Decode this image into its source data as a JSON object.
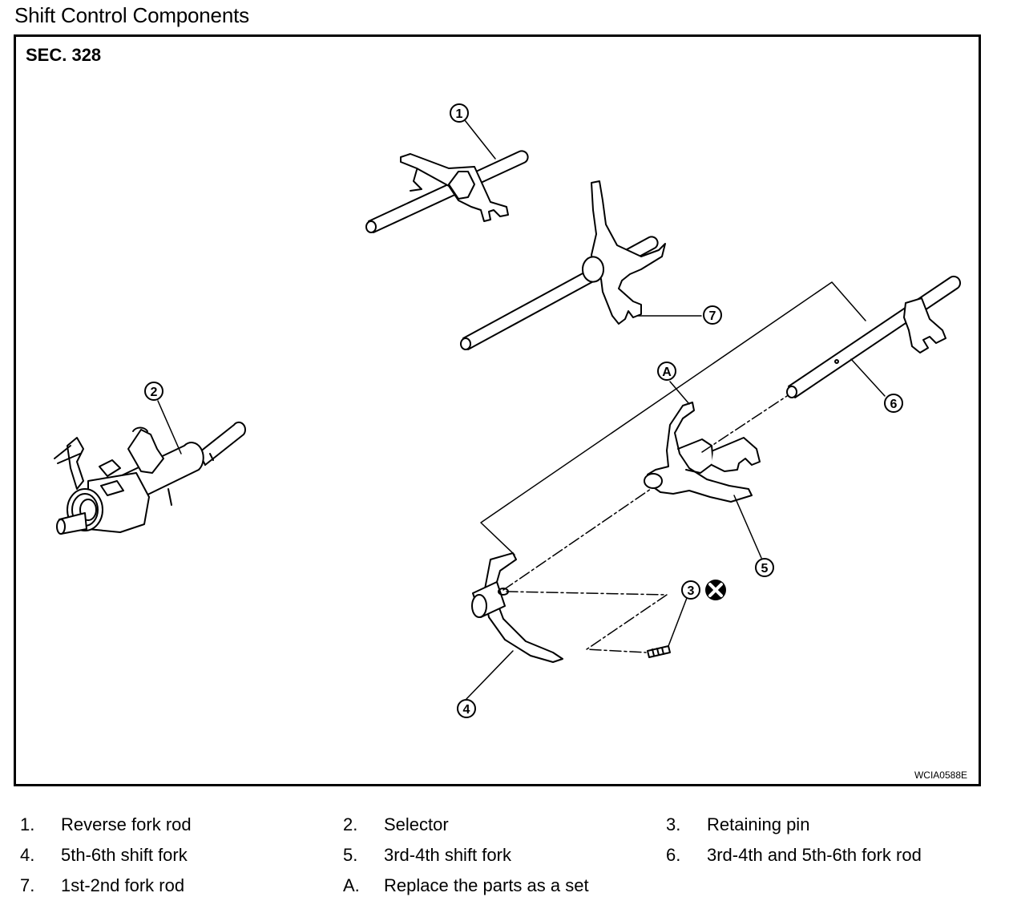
{
  "title": "Shift Control Components",
  "diagram": {
    "section": "SEC. 328",
    "reference_code": "WCIA0588E",
    "callouts": [
      "1",
      "2",
      "3",
      "4",
      "5",
      "6",
      "7",
      "A"
    ],
    "replace_icon": "circled-x-icon"
  },
  "legend": [
    {
      "key": "1.",
      "text": "Reverse fork rod"
    },
    {
      "key": "2.",
      "text": "Selector"
    },
    {
      "key": "3.",
      "text": "Retaining pin"
    },
    {
      "key": "4.",
      "text": "5th-6th shift fork"
    },
    {
      "key": "5.",
      "text": "3rd-4th shift fork"
    },
    {
      "key": "6.",
      "text": "3rd-4th and 5th-6th fork rod"
    },
    {
      "key": "7.",
      "text": "1st-2nd fork rod"
    },
    {
      "key": "A.",
      "text": "Replace the parts as a set"
    }
  ]
}
